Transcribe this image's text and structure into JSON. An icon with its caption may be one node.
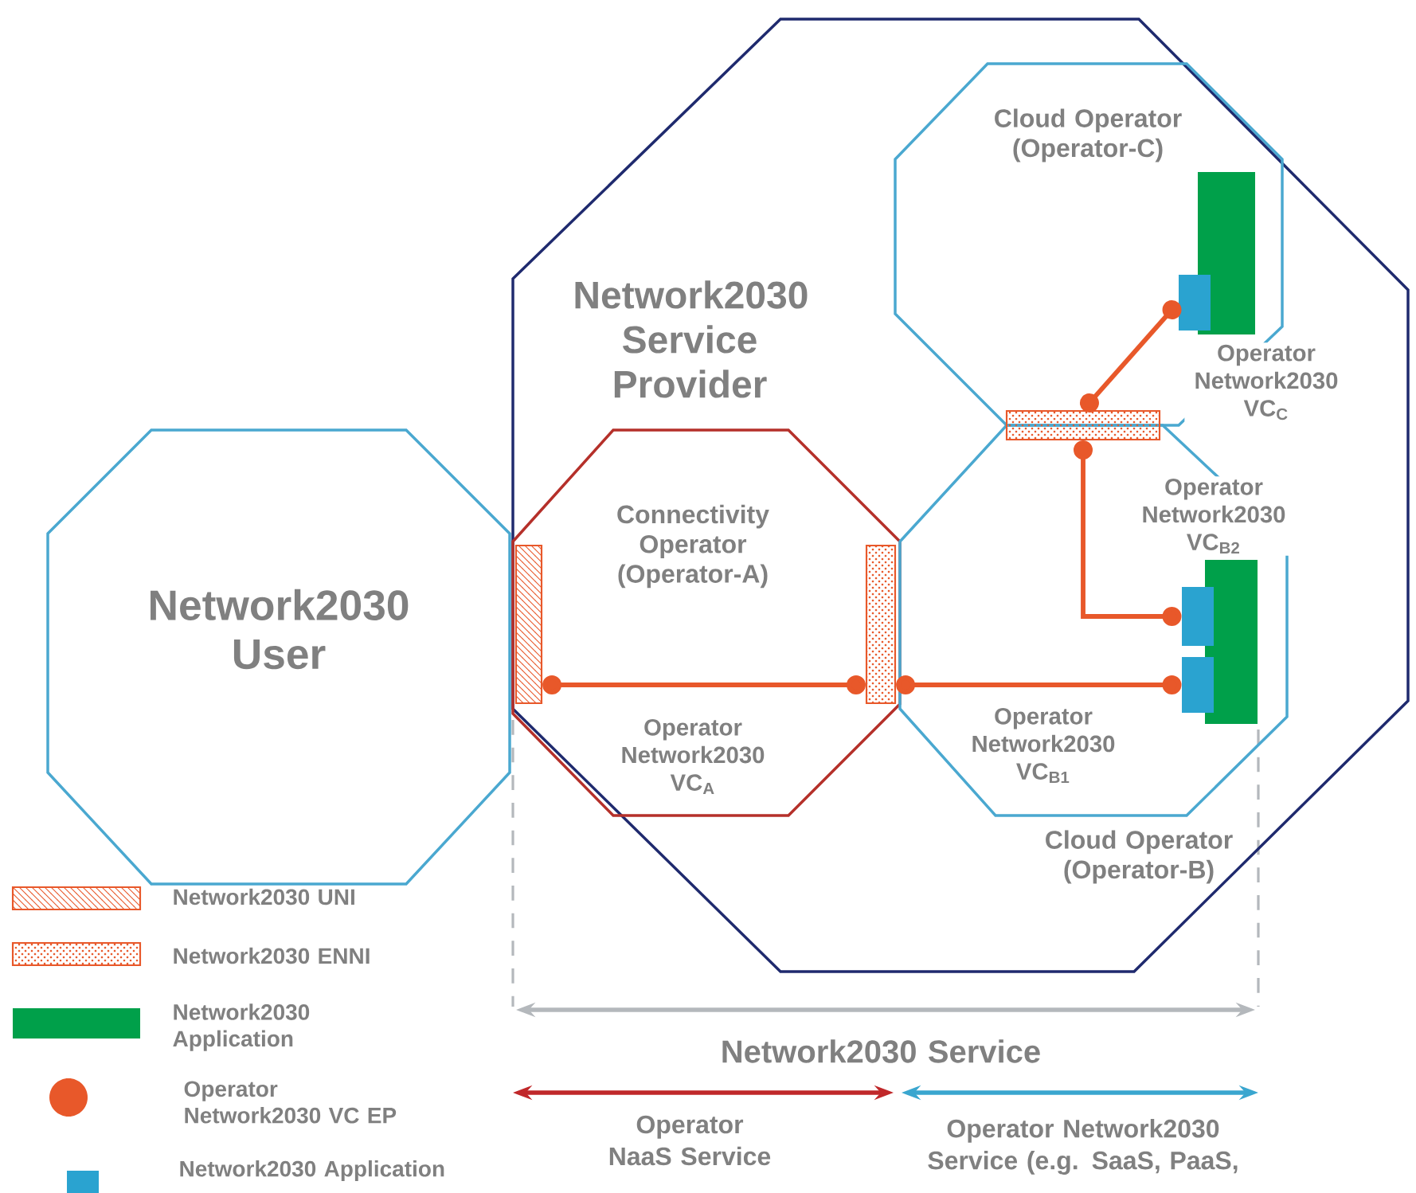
{
  "diagram": {
    "nodes": [
      {
        "text": [
          "Network2030 User"
        ]
      },
      {
        "text": [
          "Network2030 Service Provider"
        ]
      },
      {
        "text": [
          "Connectivity Operator (Operator-A)"
        ],
        "in": 1
      },
      {
        "text": [
          "Cloud Operator (Operator-C)"
        ],
        "in": 1
      },
      {
        "text": [
          "Cloud Operator (Operator-B)"
        ],
        "in": 1
      },
      {
        "text": [],
        "shape": "bar",
        "in": 2
      },
      {
        "text": [],
        "shape": "bar",
        "in": 2
      },
      {
        "text": [],
        "shape": "bar",
        "in": 1
      },
      {
        "text": [],
        "shape": "bar",
        "in": 3
      },
      {
        "text": [],
        "shape": "box",
        "in": 3
      },
      {
        "text": [],
        "shape": "bar",
        "in": 4
      },
      {
        "text": [],
        "shape": "box",
        "in": 4
      },
      {
        "text": [],
        "shape": "box",
        "in": 4
      }
    ],
    "edges": [
      {
        "from": 5,
        "to": 6,
        "arrow": "other",
        "label": "Operator Network2030 VC$_{A}$"
      },
      {
        "from": 6,
        "to": 12,
        "arrow": "other",
        "label": "Operator Network2030 VC$_{B1}$"
      },
      {
        "from": 7,
        "to": 11,
        "arrow": "other",
        "label": "Operator Network2030 VC$_{B2}$"
      },
      {
        "from": 7,
        "to": 9,
        "arrow": "other",
        "label": "Operator Network2030 VC$_{C}$"
      }
    ],
    "labels": [
      "Network2030 Service",
      "Operator NaaS Service",
      "Operator Network2030 Service (e.g. SaaS, PaaS,"
    ],
    "legend": [
      {
        "text": "Network2030 UNI"
      },
      {
        "text": "Network2030 ENNI"
      },
      {
        "text": "Network2030 Application",
        "color": "#00a04a"
      },
      {
        "text": "Operator Network2030 VC EP"
      },
      {
        "text": "Network2030 Application",
        "color": "#2aa3d0"
      }
    ]
  }
}
